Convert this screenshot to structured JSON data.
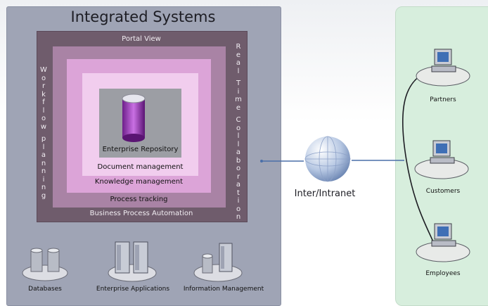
{
  "title": "Integrated Systems",
  "layers": {
    "portal": "Portal View",
    "business": "Business Process Automation",
    "process": "Process tracking",
    "knowledge": "Knowledge management",
    "document": "Document management",
    "repository": "Enterprise Repository"
  },
  "sides": {
    "left": "Workflow planning",
    "right": "Real Time Collaboration"
  },
  "stores": [
    "Databases",
    "Enterprise Applications",
    "Information Management"
  ],
  "network": "Inter/Intranet",
  "endpoints": [
    "Partners",
    "Customers",
    "Employees"
  ],
  "colors": {
    "outer_panel": "#9fa4b5",
    "ring_dark": "#6f5c6c",
    "ring_mid": "#a983a5",
    "ring_light": "#dca4d8",
    "ring_lightest": "#f1cdee",
    "repository_cylinder": "#a23fc0",
    "right_panel": "#d7eedd"
  },
  "icons": [
    "database-cylinder-icon",
    "server-pair-icon",
    "globe-icon",
    "desktop-computer-icon"
  ]
}
